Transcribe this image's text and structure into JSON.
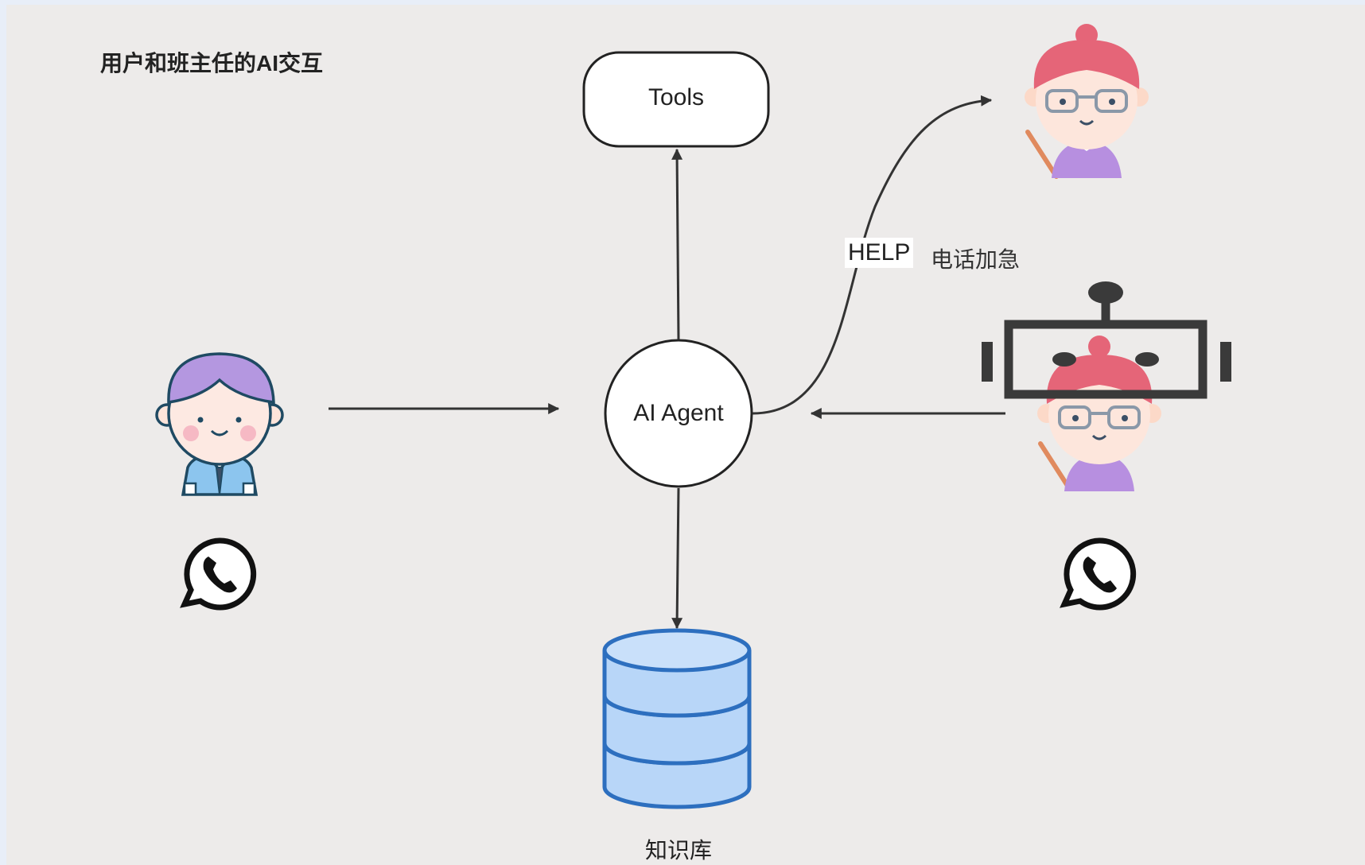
{
  "diagram": {
    "title": "用户和班主任的AI交互",
    "nodes": {
      "tools": "Tools",
      "agent": "AI Agent",
      "knowledge_base": "知识库"
    },
    "edge_labels": {
      "help": "HELP",
      "urgent": "电话加急"
    },
    "icons": {
      "user": "student-avatar-icon",
      "teacher": "teacher-avatar-icon",
      "teacher_robot": "robot-teacher-icon",
      "phone_left": "whatsapp-icon",
      "phone_right": "whatsapp-icon",
      "database": "database-icon"
    },
    "colors": {
      "background": "#edebea",
      "database_fill": "#b8d6f8",
      "database_stroke": "#2d6fbf",
      "teacher_hair": "#e56578",
      "student_hair": "#b497e0"
    }
  }
}
